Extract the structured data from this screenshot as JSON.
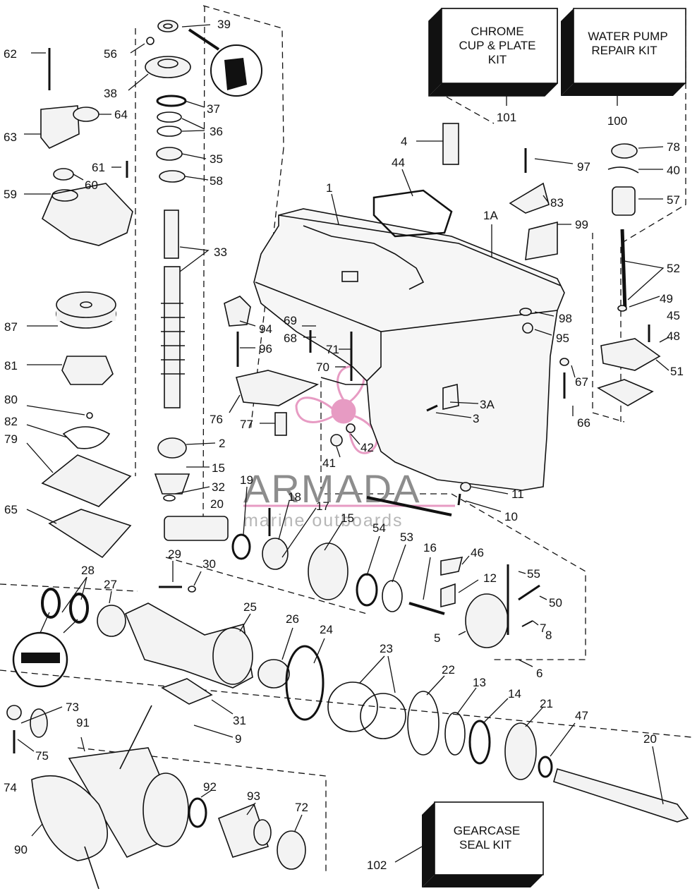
{
  "kits": [
    {
      "lines": [
        "CHROME",
        "CUP & PLATE",
        "KIT"
      ],
      "number": "101"
    },
    {
      "lines": [
        "WATER PUMP",
        "REPAIR KIT"
      ],
      "number": "100"
    },
    {
      "lines": [
        "GEARCASE",
        "SEAL KIT"
      ],
      "number": "102"
    }
  ],
  "watermark": {
    "brand": "ARMADA",
    "tagline": "marine outboards"
  },
  "labels": [
    "39",
    "62",
    "56",
    "38",
    "37",
    "36",
    "35",
    "58",
    "64",
    "63",
    "61",
    "60",
    "59",
    "33",
    "87",
    "81",
    "80",
    "82",
    "79",
    "65",
    "2",
    "15",
    "32",
    "19",
    "18",
    "17",
    "20",
    "15",
    "54",
    "53",
    "16",
    "46",
    "55",
    "12",
    "50",
    "7",
    "8",
    "5",
    "6",
    "29",
    "30",
    "28",
    "27",
    "25",
    "26",
    "24",
    "23",
    "22",
    "13",
    "14",
    "21",
    "47",
    "20",
    "31",
    "9",
    "73",
    "75",
    "74",
    "91",
    "92",
    "93",
    "72",
    "90",
    "102",
    "4",
    "44",
    "1",
    "1A",
    "97",
    "83",
    "99",
    "78",
    "40",
    "57",
    "52",
    "49",
    "45",
    "48",
    "51",
    "66",
    "67",
    "98",
    "95",
    "94",
    "69",
    "68",
    "71",
    "70",
    "96",
    "76",
    "77",
    "3A",
    "3",
    "42",
    "41",
    "11",
    "10"
  ]
}
